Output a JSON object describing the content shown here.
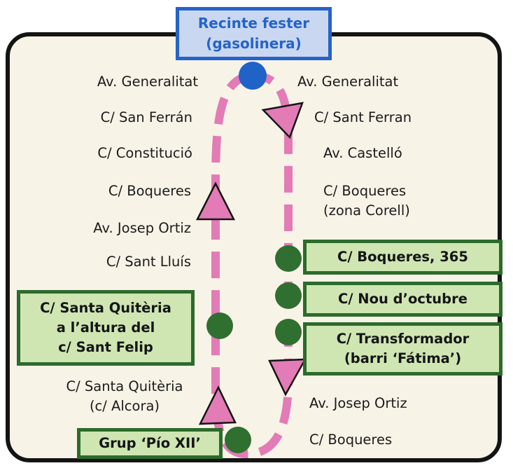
{
  "title": {
    "line1": "Recinte fester",
    "line2": "(gasolinera)"
  },
  "left_streets": [
    "Av. Generalitat",
    "C/ San Ferrán",
    "C/ Constitució",
    "C/ Boqueres",
    "Av. Josep Ortiz",
    "C/ Sant Lluís"
  ],
  "right_streets": [
    "Av. Generalitat",
    "C/ Sant Ferran",
    "Av. Castelló",
    "C/ Boqueres",
    "(zona Corell)"
  ],
  "lower_left_street": {
    "line1": "C/ Santa Quitèria",
    "line2": "(c/ Alcora)"
  },
  "lower_right_streets": [
    "Av. Josep Ortiz",
    "C/ Boqueres"
  ],
  "stops": {
    "boqueres_365": "C/ Boqueres, 365",
    "nou_octubre": "C/ Nou d’octubre",
    "transformador": {
      "line1": "C/ Transformador",
      "line2": "(barri ‘Fátima’)"
    },
    "santa_quiteria": {
      "line1": "C/ Santa Quitèria",
      "line2": "a l’altura del",
      "line3": "c/ Sant Felip"
    },
    "pio_xii": "Grup ‘Pío XII’"
  },
  "colors": {
    "route": "#e27bb6",
    "start_marker": "#1f63c7",
    "stop_marker": "#2f6f2f",
    "stop_box_fill": "#cfe6b3",
    "stop_box_border": "#2c6b2c",
    "title_fill": "#c9d8f0",
    "title_border": "#2563c8"
  },
  "icons": [
    "start-circle-icon",
    "stop-circle-icon",
    "direction-arrow-icon"
  ]
}
